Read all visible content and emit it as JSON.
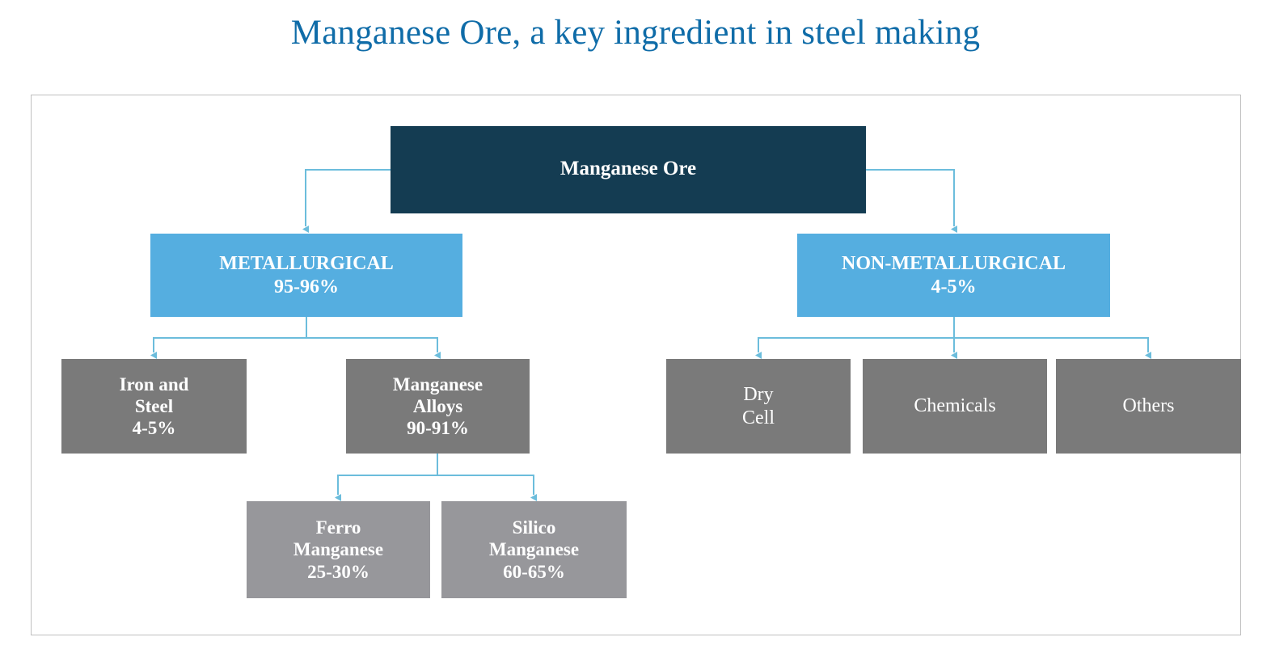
{
  "page": {
    "title": "Manganese Ore, a key ingredient in steel making",
    "title_color": "#0F6CA8",
    "background": "#ffffff",
    "frame_border_color": "#BFBFBF"
  },
  "palette": {
    "root_box": "#143C52",
    "category_box": "#55AEE0",
    "leaf_box": "#7A7A7A",
    "subleaf_box": "#97979B",
    "connector": "#6CBDDC",
    "box_text": "#FFFFFF"
  },
  "chart_data": {
    "type": "diagram",
    "diagram_kind": "hierarchy-tree",
    "title": "Manganese Ore, a key ingredient in steel making",
    "nodes": [
      {
        "id": "root",
        "label": "Manganese Ore",
        "share": "",
        "level": 0,
        "style": "root"
      },
      {
        "id": "metallurgical",
        "label": "METALLURGICAL",
        "share": "95-96%",
        "level": 1,
        "style": "category"
      },
      {
        "id": "non-metallurgical",
        "label": "NON-METALLURGICAL",
        "share": "4-5%",
        "level": 1,
        "style": "category"
      },
      {
        "id": "iron-and-steel",
        "label_line1": "Iron and",
        "label_line2": "Steel",
        "share": "4-5%",
        "level": 2,
        "style": "leaf"
      },
      {
        "id": "manganese-alloys",
        "label_line1": "Manganese",
        "label_line2": "Alloys",
        "share": "90-91%",
        "level": 2,
        "style": "leaf"
      },
      {
        "id": "dry-cell",
        "label_line1": "Dry",
        "label_line2": "Cell",
        "share": "",
        "level": 2,
        "style": "leaf-plain"
      },
      {
        "id": "chemicals",
        "label_line1": "Chemicals",
        "label_line2": "",
        "share": "",
        "level": 2,
        "style": "leaf-plain"
      },
      {
        "id": "others",
        "label_line1": "Others",
        "label_line2": "",
        "share": "",
        "level": 2,
        "style": "leaf-plain"
      },
      {
        "id": "ferro-manganese",
        "label_line1": "Ferro",
        "label_line2": "Manganese",
        "share": "25-30%",
        "level": 3,
        "style": "subleaf"
      },
      {
        "id": "silico-manganese",
        "label_line1": "Silico",
        "label_line2": "Manganese",
        "share": "60-65%",
        "level": 3,
        "style": "subleaf"
      }
    ],
    "edges": [
      {
        "from": "root",
        "to": "metallurgical"
      },
      {
        "from": "root",
        "to": "non-metallurgical"
      },
      {
        "from": "metallurgical",
        "to": "iron-and-steel"
      },
      {
        "from": "metallurgical",
        "to": "manganese-alloys"
      },
      {
        "from": "manganese-alloys",
        "to": "ferro-manganese"
      },
      {
        "from": "manganese-alloys",
        "to": "silico-manganese"
      },
      {
        "from": "non-metallurgical",
        "to": "dry-cell"
      },
      {
        "from": "non-metallurgical",
        "to": "chemicals"
      },
      {
        "from": "non-metallurgical",
        "to": "others"
      }
    ]
  },
  "boxes": {
    "root": {
      "label": "Manganese Ore"
    },
    "metallurgical": {
      "label": "METALLURGICAL",
      "share": "95-96%"
    },
    "non_metallurgical": {
      "label": "NON-METALLURGICAL",
      "share": "4-5%"
    },
    "iron_and_steel": {
      "l1": "Iron and",
      "l2": "Steel",
      "share": "4-5%"
    },
    "manganese_alloys": {
      "l1": "Manganese",
      "l2": "Alloys",
      "share": "90-91%"
    },
    "ferro_manganese": {
      "l1": "Ferro",
      "l2": "Manganese",
      "share": "25-30%"
    },
    "silico_manganese": {
      "l1": "Silico",
      "l2": "Manganese",
      "share": "60-65%"
    },
    "dry_cell": {
      "l1": "Dry",
      "l2": "Cell"
    },
    "chemicals": {
      "l1": "Chemicals"
    },
    "others": {
      "l1": "Others"
    }
  }
}
